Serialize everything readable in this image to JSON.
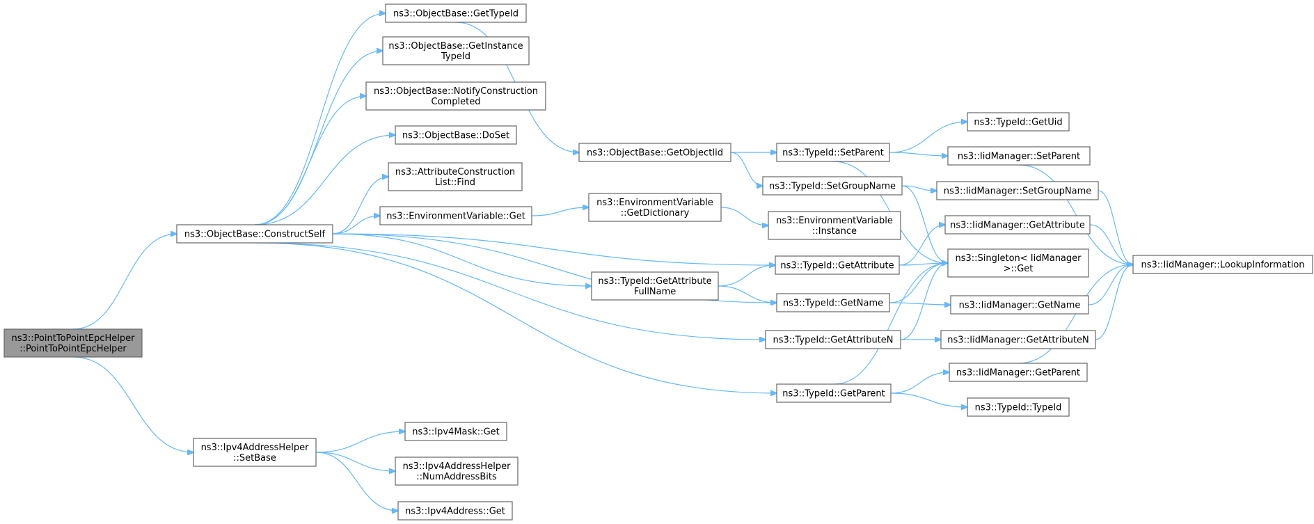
{
  "diagram": {
    "nodes": [
      {
        "id": "root",
        "lines": [
          "ns3::PointToPointEpcHelper",
          "::PointToPointEpcHelper"
        ],
        "highlight": true
      },
      {
        "id": "constructSelf",
        "lines": [
          "ns3::ObjectBase::ConstructSelf"
        ]
      },
      {
        "id": "setBase",
        "lines": [
          "ns3::Ipv4AddressHelper",
          "::SetBase"
        ]
      },
      {
        "id": "getTypeId",
        "lines": [
          "ns3::ObjectBase::GetTypeId"
        ]
      },
      {
        "id": "getInstanceTypeId",
        "lines": [
          "ns3::ObjectBase::GetInstance",
          "TypeId"
        ]
      },
      {
        "id": "notifyConstruction",
        "lines": [
          "ns3::ObjectBase::NotifyConstruction",
          "Completed"
        ]
      },
      {
        "id": "doSet",
        "lines": [
          "ns3::ObjectBase::DoSet"
        ]
      },
      {
        "id": "attrFind",
        "lines": [
          "ns3::AttributeConstruction",
          "List::Find"
        ]
      },
      {
        "id": "envGet",
        "lines": [
          "ns3::EnvironmentVariable::Get"
        ]
      },
      {
        "id": "getObjectIid",
        "lines": [
          "ns3::ObjectBase::GetObjectIid"
        ]
      },
      {
        "id": "envGetDict",
        "lines": [
          "ns3::EnvironmentVariable",
          "::GetDictionary"
        ]
      },
      {
        "id": "getAttrFullName",
        "lines": [
          "ns3::TypeId::GetAttribute",
          "FullName"
        ]
      },
      {
        "id": "setParent",
        "lines": [
          "ns3::TypeId::SetParent"
        ]
      },
      {
        "id": "setGroupName",
        "lines": [
          "ns3::TypeId::SetGroupName"
        ]
      },
      {
        "id": "envInstance",
        "lines": [
          "ns3::EnvironmentVariable",
          "::Instance"
        ]
      },
      {
        "id": "getAttribute",
        "lines": [
          "ns3::TypeId::GetAttribute"
        ]
      },
      {
        "id": "getName",
        "lines": [
          "ns3::TypeId::GetName"
        ]
      },
      {
        "id": "getAttributeN",
        "lines": [
          "ns3::TypeId::GetAttributeN"
        ]
      },
      {
        "id": "getParent",
        "lines": [
          "ns3::TypeId::GetParent"
        ]
      },
      {
        "id": "getUid",
        "lines": [
          "ns3::TypeId::GetUid"
        ]
      },
      {
        "id": "iidSetParent",
        "lines": [
          "ns3::IidManager::SetParent"
        ]
      },
      {
        "id": "iidSetGroupName",
        "lines": [
          "ns3::IidManager::SetGroupName"
        ]
      },
      {
        "id": "iidGetAttribute",
        "lines": [
          "ns3::IidManager::GetAttribute"
        ]
      },
      {
        "id": "singletonGet",
        "lines": [
          "ns3::Singleton< IidManager",
          " >::Get"
        ]
      },
      {
        "id": "iidGetName",
        "lines": [
          "ns3::IidManager::GetName"
        ]
      },
      {
        "id": "iidGetAttributeN",
        "lines": [
          "ns3::IidManager::GetAttributeN"
        ]
      },
      {
        "id": "iidGetParent",
        "lines": [
          "ns3::IidManager::GetParent"
        ]
      },
      {
        "id": "typeIdCtor",
        "lines": [
          "ns3::TypeId::TypeId"
        ]
      },
      {
        "id": "lookupInfo",
        "lines": [
          "ns3::IidManager::LookupInformation"
        ]
      },
      {
        "id": "ipv4MaskGet",
        "lines": [
          "ns3::Ipv4Mask::Get"
        ]
      },
      {
        "id": "numAddrBits",
        "lines": [
          "ns3::Ipv4AddressHelper",
          "::NumAddressBits"
        ]
      },
      {
        "id": "ipv4AddrGet",
        "lines": [
          "ns3::Ipv4Address::Get"
        ]
      }
    ],
    "edges": [
      [
        "root",
        "constructSelf"
      ],
      [
        "root",
        "setBase"
      ],
      [
        "constructSelf",
        "getTypeId"
      ],
      [
        "constructSelf",
        "getInstanceTypeId"
      ],
      [
        "constructSelf",
        "notifyConstruction"
      ],
      [
        "constructSelf",
        "doSet"
      ],
      [
        "constructSelf",
        "attrFind"
      ],
      [
        "constructSelf",
        "envGet"
      ],
      [
        "constructSelf",
        "getAttribute"
      ],
      [
        "constructSelf",
        "getAttrFullName"
      ],
      [
        "constructSelf",
        "getName"
      ],
      [
        "constructSelf",
        "getAttributeN"
      ],
      [
        "constructSelf",
        "getParent"
      ],
      [
        "getTypeId",
        "getObjectIid"
      ],
      [
        "getObjectIid",
        "setParent"
      ],
      [
        "getObjectIid",
        "setGroupName"
      ],
      [
        "envGet",
        "envGetDict"
      ],
      [
        "envGetDict",
        "envInstance"
      ],
      [
        "getAttrFullName",
        "getAttribute"
      ],
      [
        "getAttrFullName",
        "getName"
      ],
      [
        "setParent",
        "getUid"
      ],
      [
        "setParent",
        "iidSetParent"
      ],
      [
        "setParent",
        "singletonGet"
      ],
      [
        "setGroupName",
        "iidSetGroupName"
      ],
      [
        "setGroupName",
        "singletonGet"
      ],
      [
        "getAttribute",
        "iidGetAttribute"
      ],
      [
        "getAttribute",
        "singletonGet"
      ],
      [
        "getName",
        "singletonGet"
      ],
      [
        "getName",
        "iidGetName"
      ],
      [
        "getAttributeN",
        "singletonGet"
      ],
      [
        "getAttributeN",
        "iidGetAttributeN"
      ],
      [
        "getParent",
        "singletonGet"
      ],
      [
        "getParent",
        "iidGetParent"
      ],
      [
        "getParent",
        "typeIdCtor"
      ],
      [
        "iidSetParent",
        "lookupInfo"
      ],
      [
        "iidSetGroupName",
        "lookupInfo"
      ],
      [
        "iidGetAttribute",
        "lookupInfo"
      ],
      [
        "iidGetName",
        "lookupInfo"
      ],
      [
        "iidGetAttributeN",
        "lookupInfo"
      ],
      [
        "iidGetParent",
        "lookupInfo"
      ],
      [
        "setBase",
        "ipv4MaskGet"
      ],
      [
        "setBase",
        "numAddrBits"
      ],
      [
        "setBase",
        "ipv4AddrGet"
      ]
    ]
  }
}
